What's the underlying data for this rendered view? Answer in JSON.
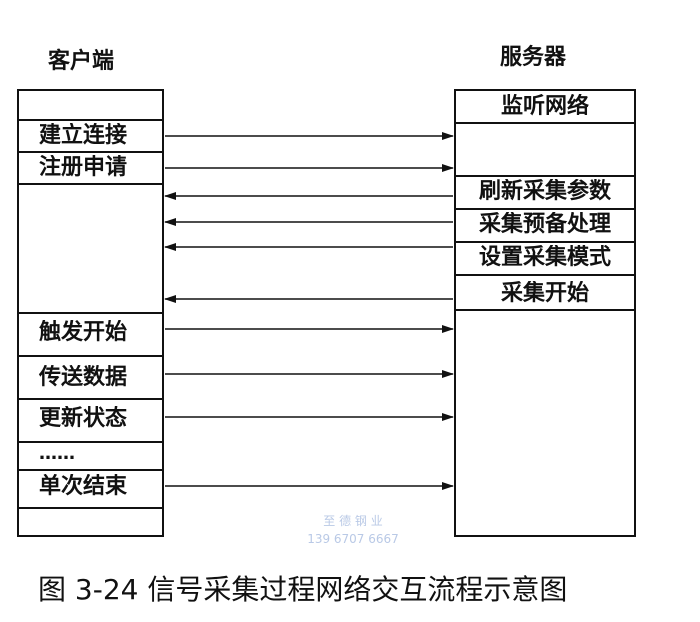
{
  "client": {
    "title": "客户端",
    "rows": [
      "建立连接",
      "注册申请",
      "触发开始",
      "传送数据",
      "更新状态",
      "……",
      "单次结束"
    ]
  },
  "server": {
    "title": "服务器",
    "rows": [
      "监听网络",
      "刷新采集参数",
      "采集预备处理",
      "设置采集模式",
      "采集开始"
    ]
  },
  "messages": [
    {
      "from": "client",
      "to": "server",
      "label": "建立连接"
    },
    {
      "from": "client",
      "to": "server",
      "label": "注册申请"
    },
    {
      "from": "server",
      "to": "client",
      "label": "刷新采集参数"
    },
    {
      "from": "server",
      "to": "client",
      "label": "采集预备处理"
    },
    {
      "from": "server",
      "to": "client",
      "label": "设置采集模式"
    },
    {
      "from": "server",
      "to": "client",
      "label": "采集开始"
    },
    {
      "from": "client",
      "to": "server",
      "label": "触发开始"
    },
    {
      "from": "client",
      "to": "server",
      "label": "传送数据"
    },
    {
      "from": "client",
      "to": "server",
      "label": "更新状态"
    },
    {
      "from": "client",
      "to": "server",
      "label": "单次结束"
    }
  ],
  "watermark": {
    "line1": "至 德 钢 业",
    "line2": "139 6707 6667"
  },
  "caption": "图 3-24    信号采集过程网络交互流程示意图"
}
